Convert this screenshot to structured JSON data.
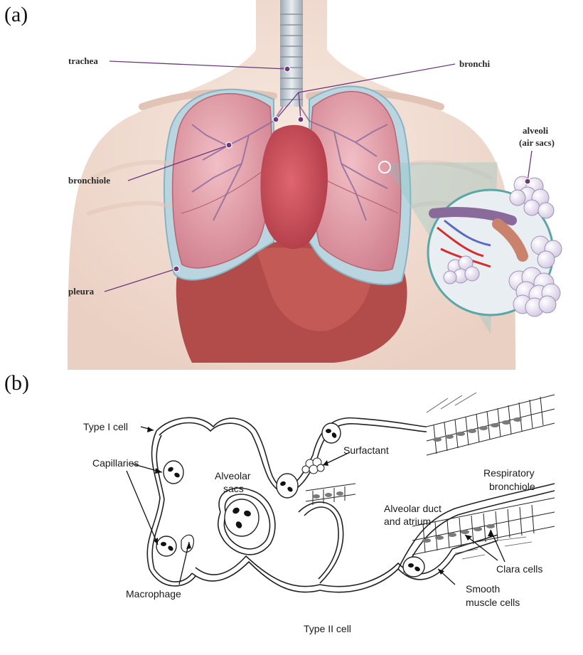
{
  "panel_a": {
    "letter": "(a)",
    "labels": {
      "trachea": "trachea",
      "bronchi": "bronchi",
      "alveoli_line1": "alveoli",
      "alveoli_line2": "(air sacs)",
      "bronchiole": "bronchiole",
      "pleura": "pleura"
    }
  },
  "panel_b": {
    "letter": "(b)",
    "labels": {
      "type1_cell": "Type I cell",
      "capillaries": "Capillaries",
      "alveolar_sacs_1": "Alveolar",
      "alveolar_sacs_2": "sacs",
      "surfactant": "Surfactant",
      "resp_bronchiole_1": "Respiratory",
      "resp_bronchiole_2": "bronchiole",
      "alv_duct_1": "Alveolar duct",
      "alv_duct_2": "and atrium",
      "clara": "Clara cells",
      "macrophage": "Macrophage",
      "smooth_1": "Smooth",
      "smooth_2": "muscle cells",
      "type2_cell": "Type II cell"
    }
  },
  "colors": {
    "lung": "#e7a7b0",
    "lung_dark": "#c9707f",
    "heart": "#c84a55",
    "skin": "#f2ddd2",
    "pleura": "#b7d3df",
    "leader": "#6b3a7a",
    "airway": "#8a6a9a"
  }
}
